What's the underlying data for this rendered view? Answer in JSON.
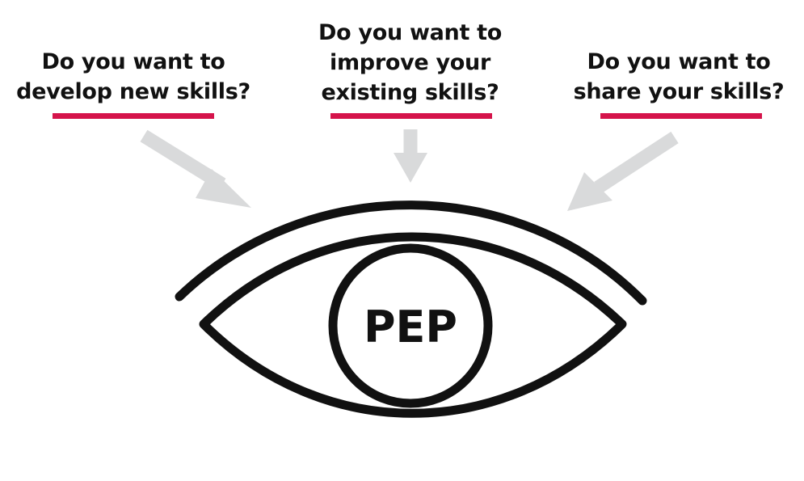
{
  "questions": [
    {
      "lines": [
        "Do you want to",
        "develop new skills?"
      ]
    },
    {
      "lines": [
        "Do you want to",
        "improve your",
        "existing skills?"
      ]
    },
    {
      "lines": [
        "Do you want to",
        "share your skills?"
      ]
    }
  ],
  "center_label": "PEP",
  "colors": {
    "text": "#111111",
    "underline": "#d5144b",
    "arrow": "#d9dadb",
    "eye_stroke": "#111111"
  }
}
